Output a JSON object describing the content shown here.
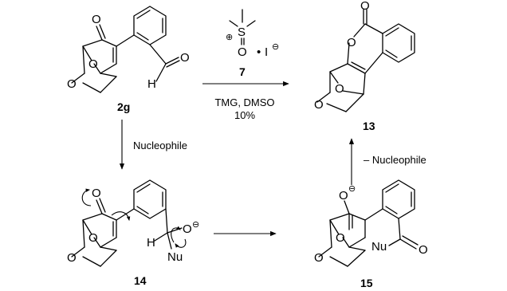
{
  "compounds": {
    "c2g": "2g",
    "c7": "7",
    "c13": "13",
    "c14": "14",
    "c15": "15"
  },
  "atoms": {
    "O": "O",
    "H": "H",
    "S": "S",
    "I": "I",
    "Nu": "Nu",
    "plus": "⊕",
    "minus": "⊖",
    "dot": "•"
  },
  "conditions": {
    "top_line1": "TMG, DMSO",
    "top_line2": "10%",
    "left": "Nucleophile",
    "right": "– Nucleophile"
  }
}
